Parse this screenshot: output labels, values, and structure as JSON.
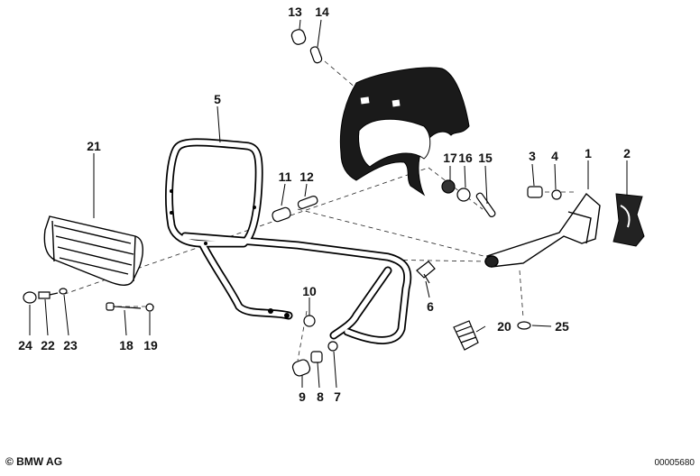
{
  "diagram": {
    "callouts": [
      {
        "id": "c13",
        "label": "13"
      },
      {
        "id": "c14",
        "label": "14"
      },
      {
        "id": "c5",
        "label": "5"
      },
      {
        "id": "c21",
        "label": "21"
      },
      {
        "id": "c11",
        "label": "11"
      },
      {
        "id": "c12",
        "label": "12"
      },
      {
        "id": "c17",
        "label": "17"
      },
      {
        "id": "c16",
        "label": "16"
      },
      {
        "id": "c15",
        "label": "15"
      },
      {
        "id": "c3",
        "label": "3"
      },
      {
        "id": "c4",
        "label": "4"
      },
      {
        "id": "c1",
        "label": "1"
      },
      {
        "id": "c2",
        "label": "2"
      },
      {
        "id": "c10",
        "label": "10"
      },
      {
        "id": "c6",
        "label": "6"
      },
      {
        "id": "c20",
        "label": "20"
      },
      {
        "id": "c25",
        "label": "25"
      },
      {
        "id": "c24",
        "label": "24"
      },
      {
        "id": "c22",
        "label": "22"
      },
      {
        "id": "c23",
        "label": "23"
      },
      {
        "id": "c18",
        "label": "18"
      },
      {
        "id": "c19",
        "label": "19"
      },
      {
        "id": "c9",
        "label": "9"
      },
      {
        "id": "c8",
        "label": "8"
      },
      {
        "id": "c7",
        "label": "7"
      }
    ]
  },
  "footer": {
    "brand": "© BMW AG",
    "image_number": "00005680"
  }
}
